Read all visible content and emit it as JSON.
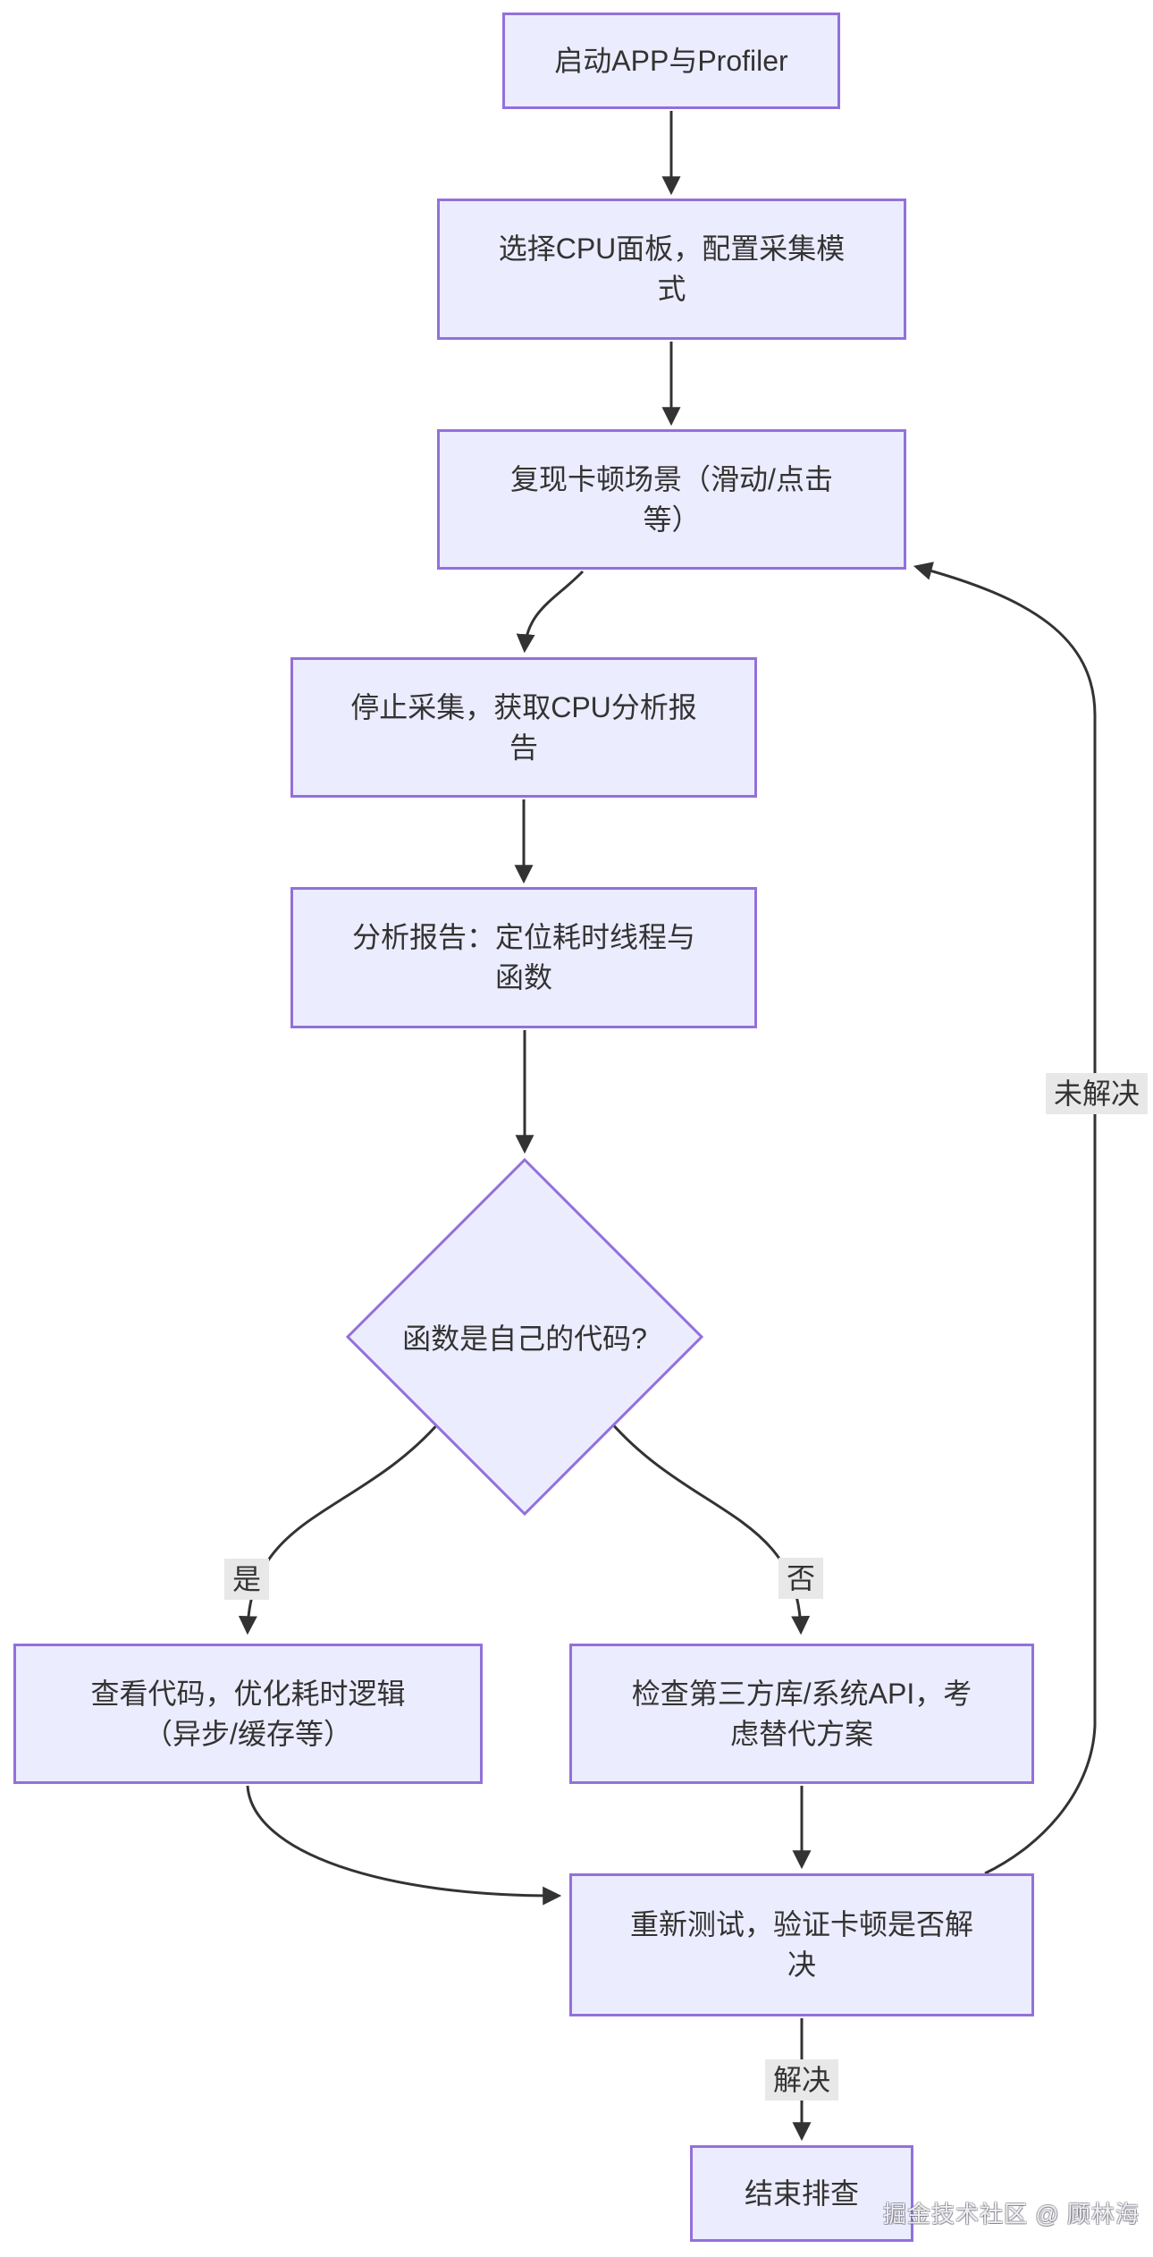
{
  "diagram": {
    "colors": {
      "node_fill": "#ECECFF",
      "node_border": "#9370DB",
      "edge_color": "#333333",
      "text_color": "#333333",
      "label_bg": "#e8e8e8",
      "canvas_bg": "#ffffff"
    },
    "nodes": [
      {
        "id": "start",
        "type": "rect",
        "label": "启动APP与Profiler"
      },
      {
        "id": "select",
        "type": "rect",
        "label": "选择CPU面板，配置采集模式"
      },
      {
        "id": "reproduce",
        "type": "rect",
        "label": "复现卡顿场景（滑动/点击等）"
      },
      {
        "id": "stop",
        "type": "rect",
        "label": "停止采集，获取CPU分析报告"
      },
      {
        "id": "analyze",
        "type": "rect",
        "label": "分析报告：定位耗时线程与函数"
      },
      {
        "id": "decision",
        "type": "diamond",
        "label": "函数是自己的代码?"
      },
      {
        "id": "own-code",
        "type": "rect",
        "label": "查看代码，优化耗时逻辑（异步/缓存等）"
      },
      {
        "id": "third-party",
        "type": "rect",
        "label": "检查第三方库/系统API，考虑替代方案"
      },
      {
        "id": "retest",
        "type": "rect",
        "label": "重新测试，验证卡顿是否解决"
      },
      {
        "id": "end",
        "type": "rect",
        "label": "结束排查"
      }
    ],
    "edge_labels": {
      "yes": "是",
      "no": "否",
      "unresolved": "未解决",
      "resolved": "解决"
    },
    "watermark": "掘金技术社区 @ 顾林海"
  }
}
